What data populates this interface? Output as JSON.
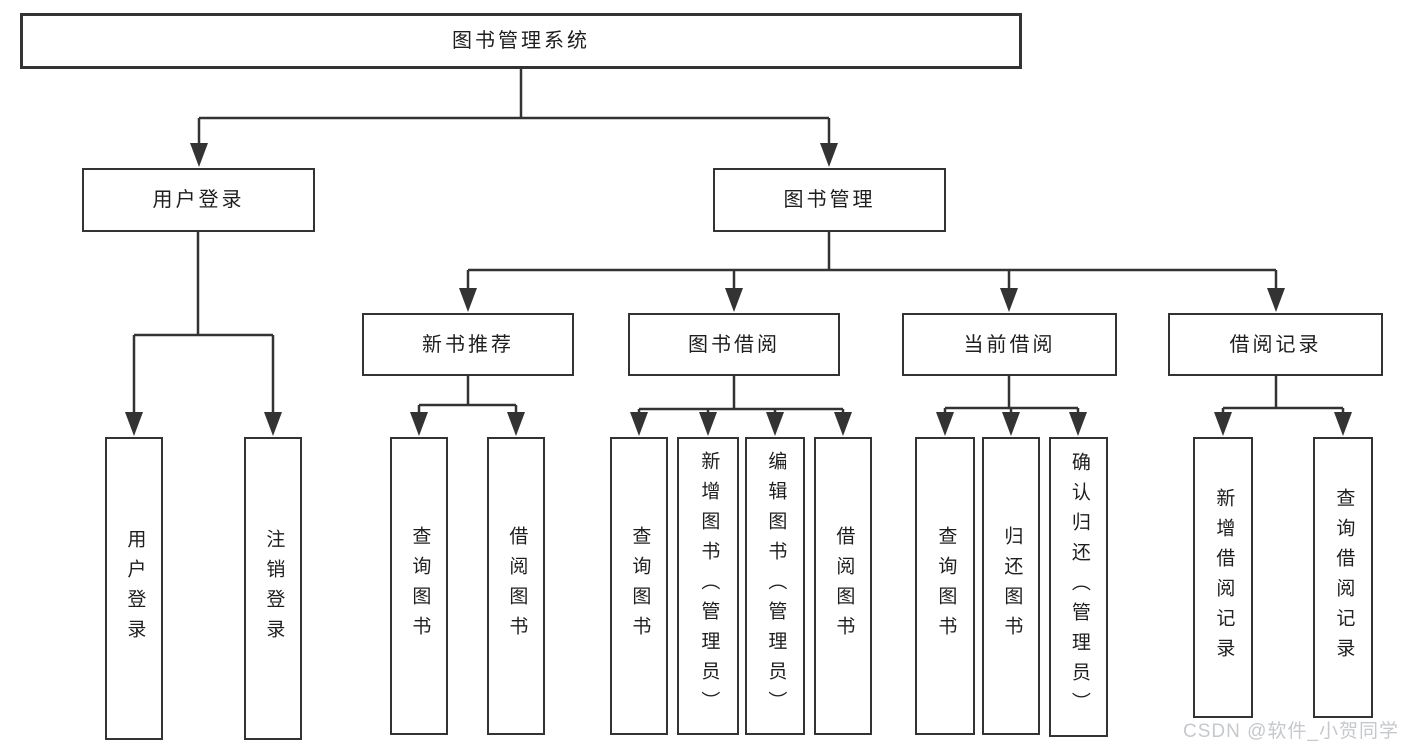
{
  "diagram": {
    "root": {
      "label": "图书管理系统"
    },
    "level2": [
      {
        "label": "用户登录"
      },
      {
        "label": "图书管理"
      }
    ],
    "level3": [
      {
        "label": "新书推荐"
      },
      {
        "label": "图书借阅"
      },
      {
        "label": "当前借阅"
      },
      {
        "label": "借阅记录"
      }
    ],
    "leaves": {
      "user_login": [
        "用户登录",
        "注销登录"
      ],
      "new_book": [
        "查询图书",
        "借阅图书"
      ],
      "book_borrow": [
        "查询图书",
        "新增图书（管理员）",
        "编辑图书（管理员）",
        "借阅图书"
      ],
      "current_borrow": [
        "查询图书",
        "归还图书",
        "确认归还（管理员）"
      ],
      "borrow_record": [
        "新增借阅记录",
        "查询借阅记录"
      ]
    },
    "watermark": "CSDN @软件_小贺同学",
    "colors": {
      "line": "#333333",
      "text": "#1e1e1e",
      "watermark": "#c5c8cd",
      "background": "#ffffff"
    }
  }
}
